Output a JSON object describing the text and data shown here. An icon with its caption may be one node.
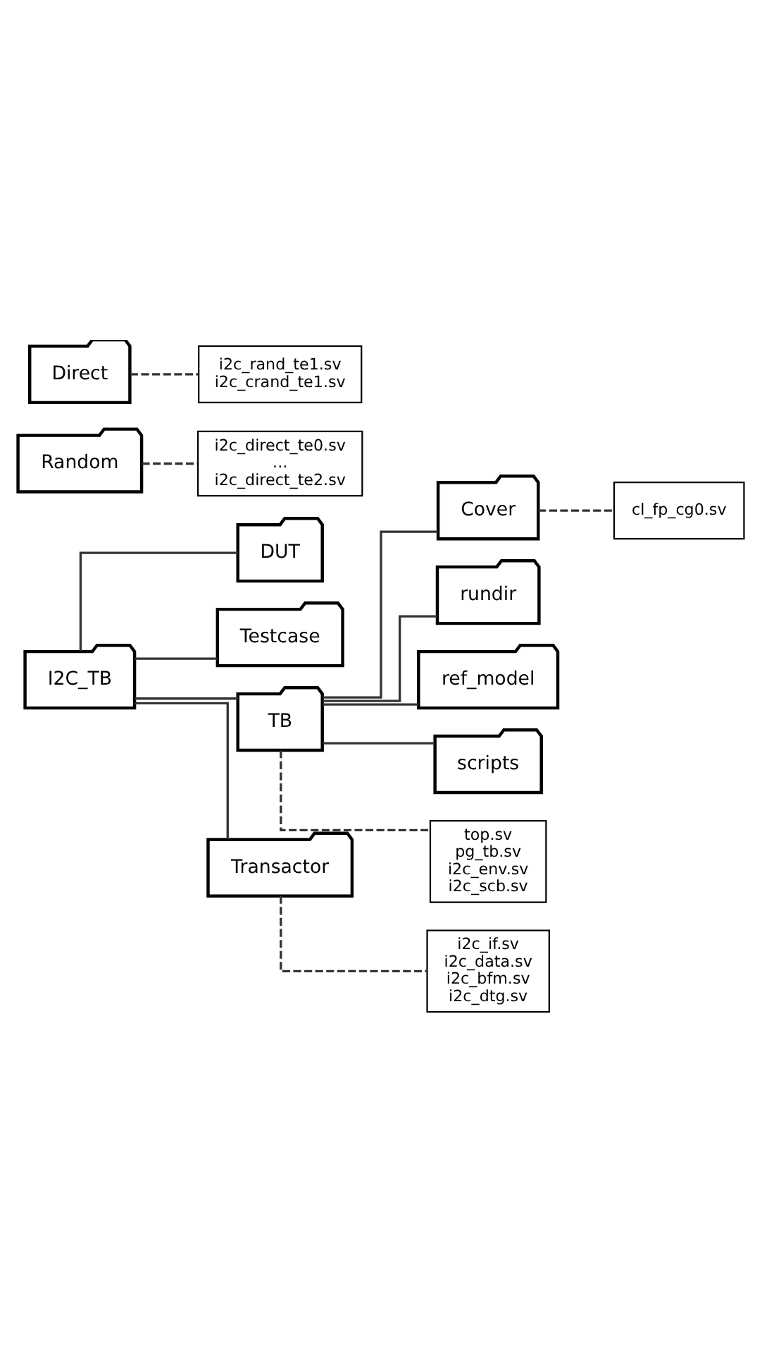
{
  "diagram": {
    "nodes": [
      {
        "text": [
          "I2C_TB"
        ]
      },
      {
        "text": [
          "DUT"
        ]
      },
      {
        "text": [
          "Testcase"
        ]
      },
      {
        "text": [
          "Random"
        ]
      },
      {
        "text": [
          "i2c_direct_te0.sv ... i2c_direct_te2.sv"
        ]
      },
      {
        "text": [
          "Direct"
        ]
      },
      {
        "text": [
          "i2c_rand_te1.sv i2c_crand_te1.sv"
        ]
      },
      {
        "text": [
          "TB"
        ]
      },
      {
        "text": [
          "Cover"
        ]
      },
      {
        "text": [
          "cl_fp_cg0.sv"
        ]
      },
      {
        "text": [
          "rundir"
        ]
      },
      {
        "text": [
          "ref_model"
        ]
      },
      {
        "text": [
          "scripts"
        ]
      },
      {
        "text": [
          "top.sv pg_tb.sv i2c_env.sv i2c_scb.sv"
        ]
      },
      {
        "text": [
          "Transactor"
        ]
      },
      {
        "text": [
          "i2c_if.sv i2c_data.sv i2c_bfm.sv i2c_dtg.sv"
        ]
      }
    ],
    "edges": [
      {
        "from": 0,
        "to": 1,
        "arrow": "none"
      },
      {
        "from": 0,
        "to": 2,
        "arrow": "none"
      },
      {
        "from": 3,
        "to": 4,
        "arrow": "none",
        "style": "dashed"
      },
      {
        "from": 5,
        "to": 6,
        "arrow": "none",
        "style": "dashed"
      },
      {
        "from": 0,
        "to": 7,
        "arrow": "none"
      },
      {
        "from": 7,
        "to": 8,
        "arrow": "none"
      },
      {
        "from": 8,
        "to": 9,
        "arrow": "none",
        "style": "dashed"
      },
      {
        "from": 7,
        "to": 10,
        "arrow": "none"
      },
      {
        "from": 7,
        "to": 11,
        "arrow": "none"
      },
      {
        "from": 7,
        "to": 12,
        "arrow": "none"
      },
      {
        "from": 7,
        "to": 13,
        "arrow": "none",
        "style": "dashed"
      },
      {
        "from": 0,
        "to": 14,
        "arrow": "none"
      },
      {
        "from": 14,
        "to": 15,
        "arrow": "none",
        "style": "dashed"
      }
    ]
  }
}
